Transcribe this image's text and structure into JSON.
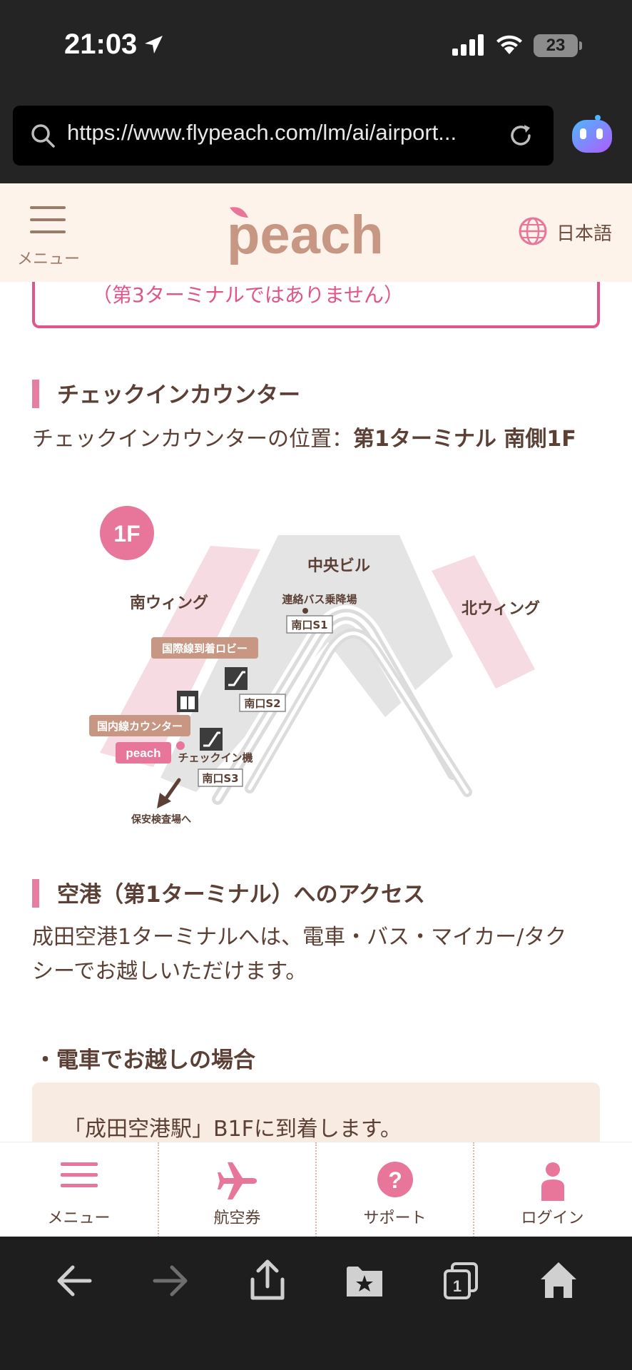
{
  "status": {
    "time": "21:03",
    "battery": "23"
  },
  "browser": {
    "url": "https://www.flypeach.com/lm/ai/airport..."
  },
  "header": {
    "menu_label": "メニュー",
    "language": "日本語"
  },
  "content": {
    "prev_notice": "（第3ターミナルではありません）",
    "checkin": {
      "heading": "チェックインカウンター",
      "location_label": "チェックインカウンターの位置：",
      "location_value": "第1ターミナル 南側1F"
    },
    "map": {
      "floor": "1F",
      "central_building": "中央ビル",
      "south_wing": "南ウィング",
      "north_wing": "北ウィング",
      "bus_stop": "連絡バス乗降場",
      "s1": "南口S1",
      "s2": "南口S2",
      "s3": "南口S3",
      "intl_arrival": "国際線到着ロビー",
      "domestic_counter": "国内線カウンター",
      "peach_badge": "peach",
      "checkin_machine": "チェックイン機",
      "security": "保安検査場へ"
    },
    "access": {
      "heading": "空港（第1ターミナル）へのアクセス",
      "line1": "成田空港1ターミナルへは、電車・バス・マイカー/タク",
      "line2": "シーでお越しいただけます。"
    },
    "train": {
      "heading": "・電車でお越しの場合",
      "note": "「成田空港駅」B1Fに到着します。"
    }
  },
  "tabbar": {
    "items": [
      {
        "label": "メニュー"
      },
      {
        "label": "航空券"
      },
      {
        "label": "サポート"
      },
      {
        "label": "ログイン"
      }
    ]
  },
  "colors": {
    "brand_pink": "#e0568a",
    "brand_brown": "#5c4035",
    "header_bg": "#fdf3ea"
  }
}
